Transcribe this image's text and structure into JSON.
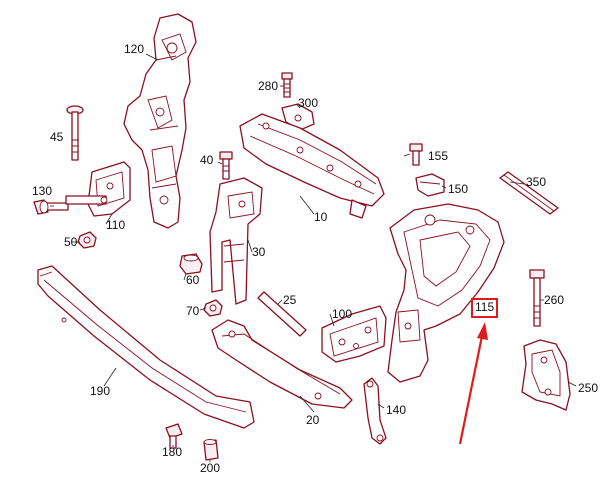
{
  "diagram": {
    "part_numbers": [
      "120",
      "280",
      "300",
      "45",
      "40",
      "155",
      "130",
      "110",
      "150",
      "350",
      "10",
      "50",
      "30",
      "60",
      "260",
      "25",
      "70",
      "100",
      "115",
      "190",
      "250",
      "140",
      "20",
      "180",
      "200"
    ],
    "highlighted_part": "115",
    "highlight_color": "#e01b1b",
    "line_color": "#8a1020"
  }
}
